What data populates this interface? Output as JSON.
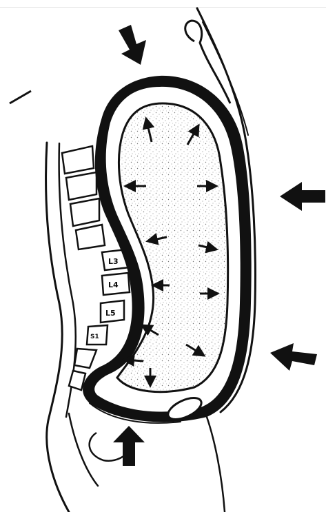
{
  "vertebra_labels": [
    "L3",
    "L4",
    "L5",
    "S1"
  ],
  "colors": {
    "ink": "#111111",
    "background": "#ffffff",
    "stipple": "#8a8a8a"
  },
  "icons": {
    "external_pressure": "arrow-icon",
    "internal_pressure": "arrow-icon"
  }
}
